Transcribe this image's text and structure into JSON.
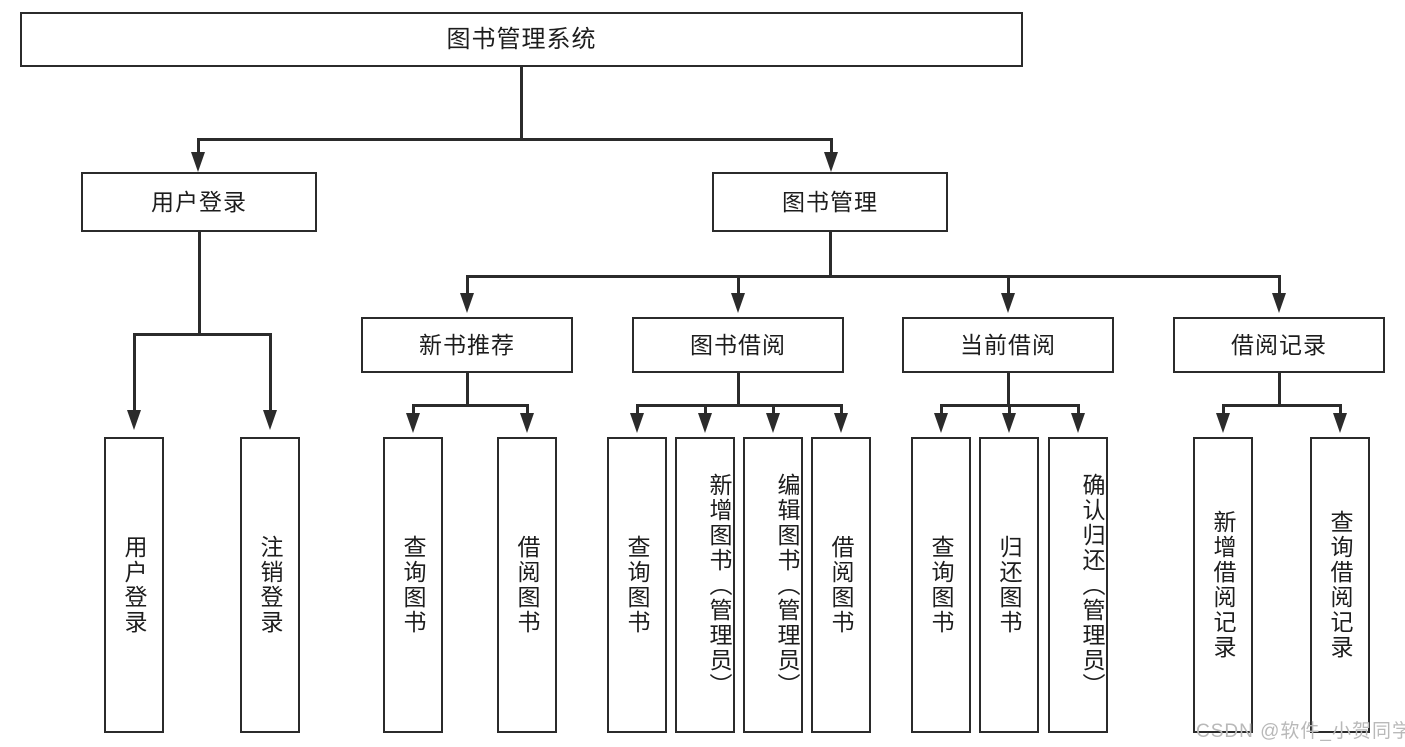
{
  "diagram": {
    "type": "tree",
    "title": "图书管理系统",
    "orientation": "top-down",
    "colors": {
      "stroke": "#2b2b2b",
      "fill": "#ffffff",
      "text": "#1d1d1d",
      "watermark": "#b9b9b9"
    },
    "root": {
      "id": "root",
      "label": "图书管理系统"
    },
    "level2": [
      {
        "id": "user-login",
        "label": "用户登录"
      },
      {
        "id": "book-management",
        "label": "图书管理"
      }
    ],
    "level3": [
      {
        "id": "new-book-recommend",
        "label": "新书推荐"
      },
      {
        "id": "book-borrow",
        "label": "图书借阅"
      },
      {
        "id": "current-borrow",
        "label": "当前借阅"
      },
      {
        "id": "borrow-record",
        "label": "借阅记录"
      }
    ],
    "leaves": {
      "user-login": [
        {
          "id": "leaf-user-login",
          "label": "用户登录"
        },
        {
          "id": "leaf-user-logout",
          "label": "注销登录"
        }
      ],
      "new-book-recommend": [
        {
          "id": "leaf-query-book-1",
          "label": "查询图书"
        },
        {
          "id": "leaf-borrow-book-1",
          "label": "借阅图书"
        }
      ],
      "book-borrow": [
        {
          "id": "leaf-query-book-2",
          "label": "查询图书"
        },
        {
          "id": "leaf-add-book",
          "label": "新增图书（管理员）"
        },
        {
          "id": "leaf-edit-book",
          "label": "编辑图书（管理员）"
        },
        {
          "id": "leaf-borrow-book-2",
          "label": "借阅图书"
        }
      ],
      "current-borrow": [
        {
          "id": "leaf-query-book-3",
          "label": "查询图书"
        },
        {
          "id": "leaf-return-book",
          "label": "归还图书"
        },
        {
          "id": "leaf-confirm-return",
          "label": "确认归还（管理员）"
        }
      ],
      "borrow-record": [
        {
          "id": "leaf-add-record",
          "label": "新增借阅记录"
        },
        {
          "id": "leaf-query-record",
          "label": "查询借阅记录"
        }
      ]
    }
  },
  "watermark": {
    "text": "CSDN @软件_小贺同学"
  }
}
